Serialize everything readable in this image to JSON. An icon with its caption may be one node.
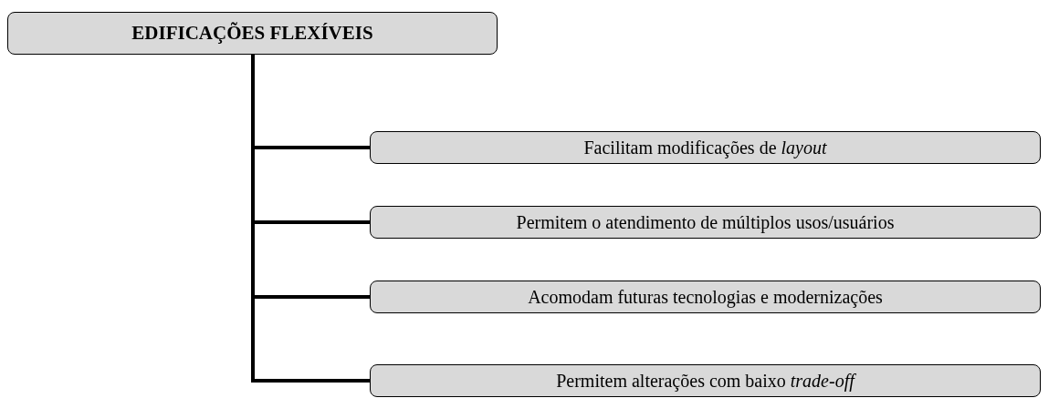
{
  "diagram": {
    "nodes": [
      {
        "text": [
          "EDIFICAÇÕES FLEXÍVEIS"
        ]
      },
      {
        "text": [
          "Facilitam modificações de *layout*"
        ]
      },
      {
        "text": [
          "Permitem o atendimento de múltiplos usos/usuários"
        ]
      },
      {
        "text": [
          "Acomodam futuras tecnologias e modernizações"
        ]
      },
      {
        "text": [
          "Permitem alterações com baixo *trade-off*"
        ]
      }
    ],
    "edges": [
      {
        "from": 0,
        "to": 1,
        "arrow": "none"
      },
      {
        "from": 0,
        "to": 2,
        "arrow": "none"
      },
      {
        "from": 0,
        "to": 3,
        "arrow": "none"
      },
      {
        "from": 0,
        "to": 4,
        "arrow": "none"
      }
    ]
  }
}
